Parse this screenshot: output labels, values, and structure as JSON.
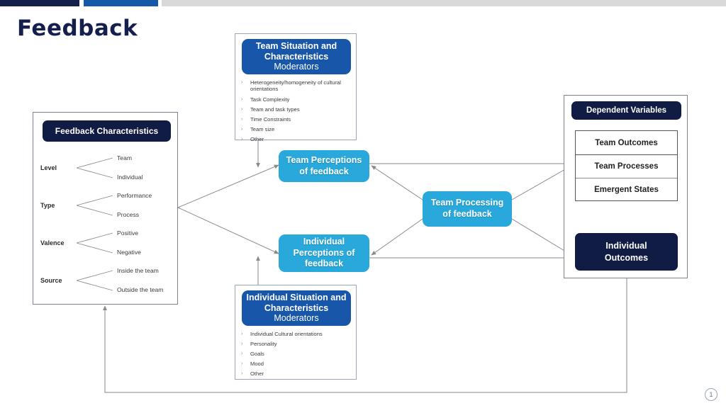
{
  "slide": {
    "title": "Feedback",
    "page_number": "1",
    "accent_navy": "#111c44",
    "accent_blue": "#1756a9",
    "accent_cyan": "#29a8db",
    "topbar_segments": [
      "#13204c",
      "#1558a8",
      "#d9d9d9"
    ]
  },
  "feedback_characteristics": {
    "header": "Feedback Characteristics",
    "branches": [
      {
        "label": "Level",
        "leaves": [
          "Team",
          "Individual"
        ]
      },
      {
        "label": "Type",
        "leaves": [
          "Performance",
          "Process"
        ]
      },
      {
        "label": "Valence",
        "leaves": [
          "Positive",
          "Negative"
        ]
      },
      {
        "label": "Source",
        "leaves": [
          "Inside the team",
          "Outside the team"
        ]
      }
    ]
  },
  "team_moderators": {
    "title_line1": "Team Situation and",
    "title_line2": "Characteristics",
    "subtitle": "Moderators",
    "items": [
      "Heterogeneity/homogeneity of cultural orientations",
      "Task Complexity",
      "Team and task types",
      "Time Constraints",
      "Team size",
      "Other"
    ]
  },
  "individual_moderators": {
    "title_line1": "Individual Situation and",
    "title_line2": "Characteristics",
    "subtitle": "Moderators",
    "items": [
      "Individual Cultural orientations",
      "Personality",
      "Goals",
      "Mood",
      "Other"
    ]
  },
  "process_boxes": {
    "team_perceptions_l1": "Team Perceptions",
    "team_perceptions_l2": "of feedback",
    "individual_perceptions_l1": "Individual",
    "individual_perceptions_l2": "Perceptions of",
    "individual_perceptions_l3": "feedback",
    "team_processing_l1": "Team Processing",
    "team_processing_l2": "of feedback"
  },
  "dependent_variables": {
    "header": "Dependent Variables",
    "cells": [
      "Team Outcomes",
      "Team Processes",
      "Emergent States"
    ],
    "individual_outcomes_l1": "Individual",
    "individual_outcomes_l2": "Outcomes"
  }
}
